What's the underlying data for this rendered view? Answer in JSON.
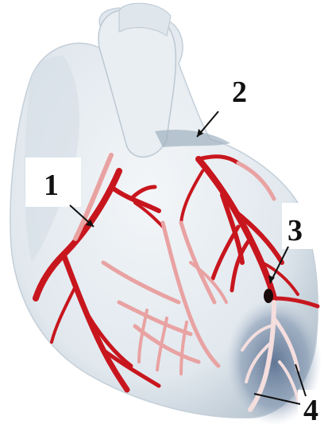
{
  "figure": {
    "labels": [
      {
        "id": "1",
        "text": "1"
      },
      {
        "id": "2",
        "text": "2"
      },
      {
        "id": "3",
        "text": "3"
      },
      {
        "id": "4",
        "text": "4"
      }
    ]
  },
  "colors": {
    "background": "#ffffff",
    "heart_surface": "#e6ecf1",
    "heart_shadow": "#bcc8d2",
    "artery_dark": "#c8161e",
    "artery_light": "#e9a2a2",
    "ischemic_zone": "#5d7392",
    "label": "#111111"
  }
}
